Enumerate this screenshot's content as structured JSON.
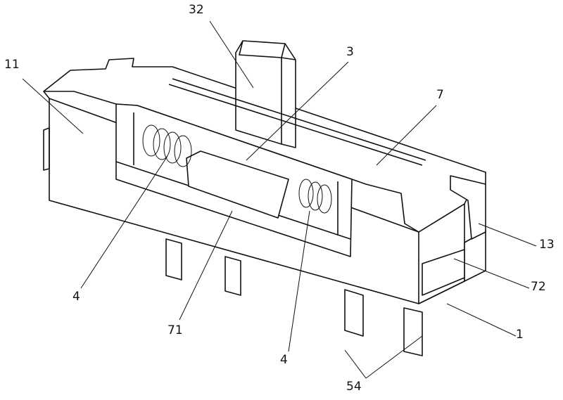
{
  "figure": {
    "labels": [
      {
        "id": "label-32",
        "text": "32"
      },
      {
        "id": "label-3",
        "text": "3"
      },
      {
        "id": "label-11",
        "text": "11"
      },
      {
        "id": "label-7",
        "text": "7"
      },
      {
        "id": "label-13",
        "text": "13"
      },
      {
        "id": "label-72",
        "text": "72"
      },
      {
        "id": "label-1",
        "text": "1"
      },
      {
        "id": "label-54",
        "text": "54"
      },
      {
        "id": "label-4-left",
        "text": "4"
      },
      {
        "id": "label-71",
        "text": "71"
      },
      {
        "id": "label-4-right",
        "text": "4"
      }
    ]
  }
}
